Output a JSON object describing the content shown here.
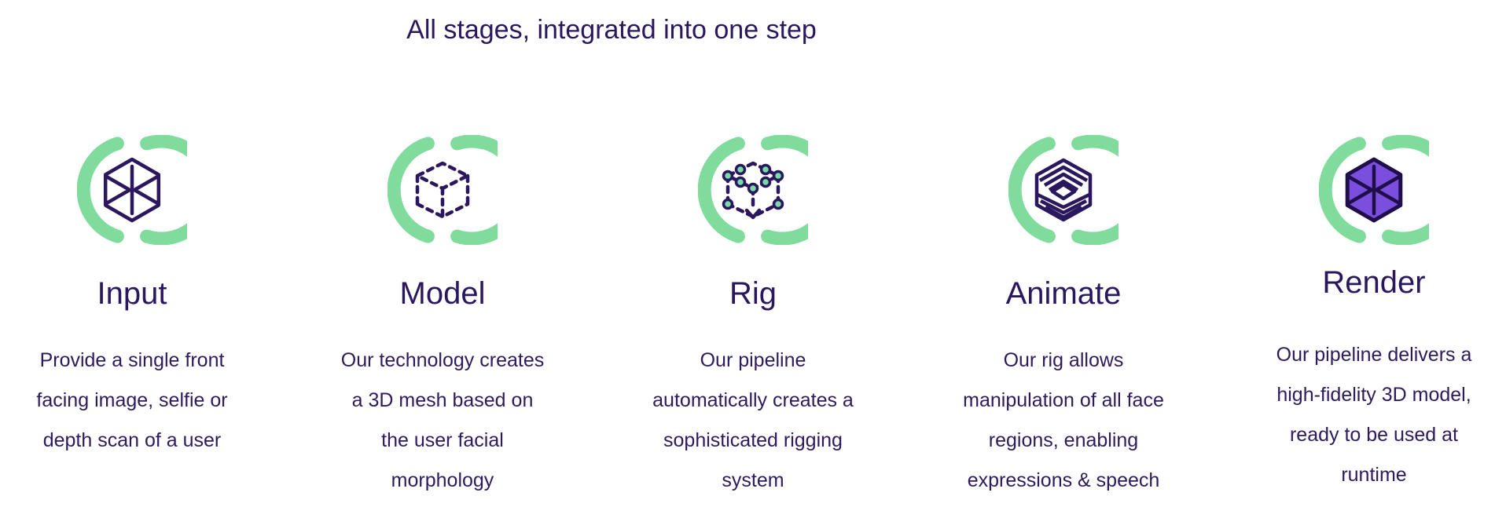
{
  "page": {
    "heading": "All stages, integrated into one step",
    "background": "#ffffff"
  },
  "colors": {
    "accent_green": "#80DC9C",
    "heading_purple": "#2A175E",
    "body_purple": "#2E1A5E",
    "render_fill": "#7A4FDE",
    "render_stroke": "#1F0E4A",
    "node_green": "#77DCA6",
    "page_bg": "#ffffff"
  },
  "stages": [
    {
      "title": "Input",
      "icon": "input-hexagon-logo-icon",
      "desc_lines": [
        "Provide a single front",
        "facing image, selfie or",
        "depth scan of a user"
      ]
    },
    {
      "title": "Model",
      "icon": "model-wireframe-cube-icon",
      "desc_lines": [
        "Our technology creates",
        "a 3D mesh based on",
        "the user facial",
        "morphology"
      ]
    },
    {
      "title": "Rig",
      "icon": "rig-cube-with-nodes-icon",
      "desc_lines": [
        "Our pipeline",
        "automatically creates a",
        "sophisticated rigging",
        "system"
      ]
    },
    {
      "title": "Animate",
      "icon": "animate-layered-hexagon-icon",
      "desc_lines": [
        "Our rig allows",
        "manipulation of all face",
        "regions, enabling",
        "expressions & speech"
      ]
    },
    {
      "title": "Render",
      "icon": "render-filled-hexagon-icon",
      "desc_lines": [
        "Our pipeline delivers a",
        "high-fidelity 3D model,",
        "ready to be used at",
        "runtime"
      ]
    }
  ]
}
